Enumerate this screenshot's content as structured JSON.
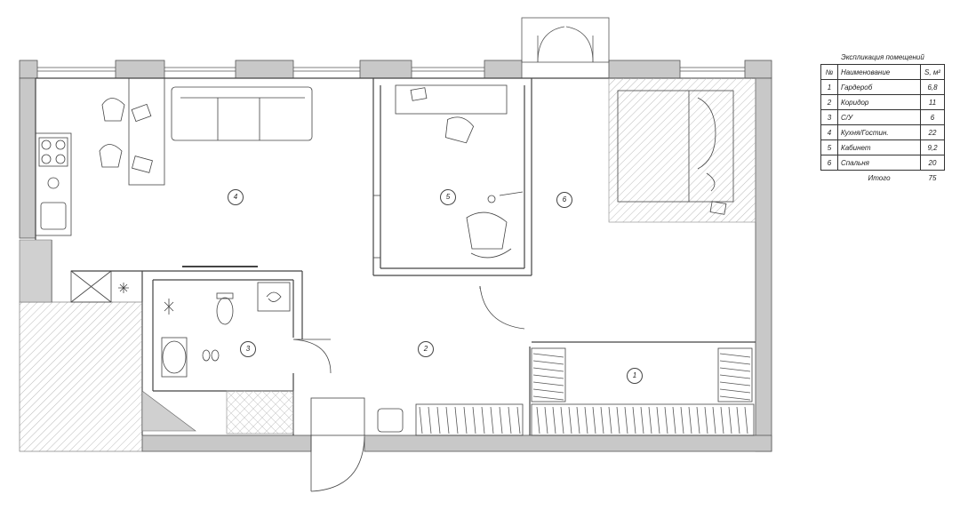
{
  "legend": {
    "title": "Экспликация помещений",
    "headers": {
      "num": "№",
      "name": "Наименование",
      "area": "S, м²"
    },
    "rows": [
      {
        "num": "1",
        "name": "Гардероб",
        "area": "6,8"
      },
      {
        "num": "2",
        "name": "Коридор",
        "area": "11"
      },
      {
        "num": "3",
        "name": "С/У",
        "area": "6"
      },
      {
        "num": "4",
        "name": "Кухня/Гостин.",
        "area": "22"
      },
      {
        "num": "5",
        "name": "Кабинет",
        "area": "9,2"
      },
      {
        "num": "6",
        "name": "Спальня",
        "area": "20"
      }
    ],
    "total": {
      "label": "Итого",
      "area": "75"
    }
  },
  "room_markers": {
    "r1": "1",
    "r2": "2",
    "r3": "3",
    "r4": "4",
    "r5": "5",
    "r6": "6"
  },
  "colors": {
    "wall": "#c8c8c8",
    "line": "#333333",
    "hatch": "#bbbbbb"
  }
}
